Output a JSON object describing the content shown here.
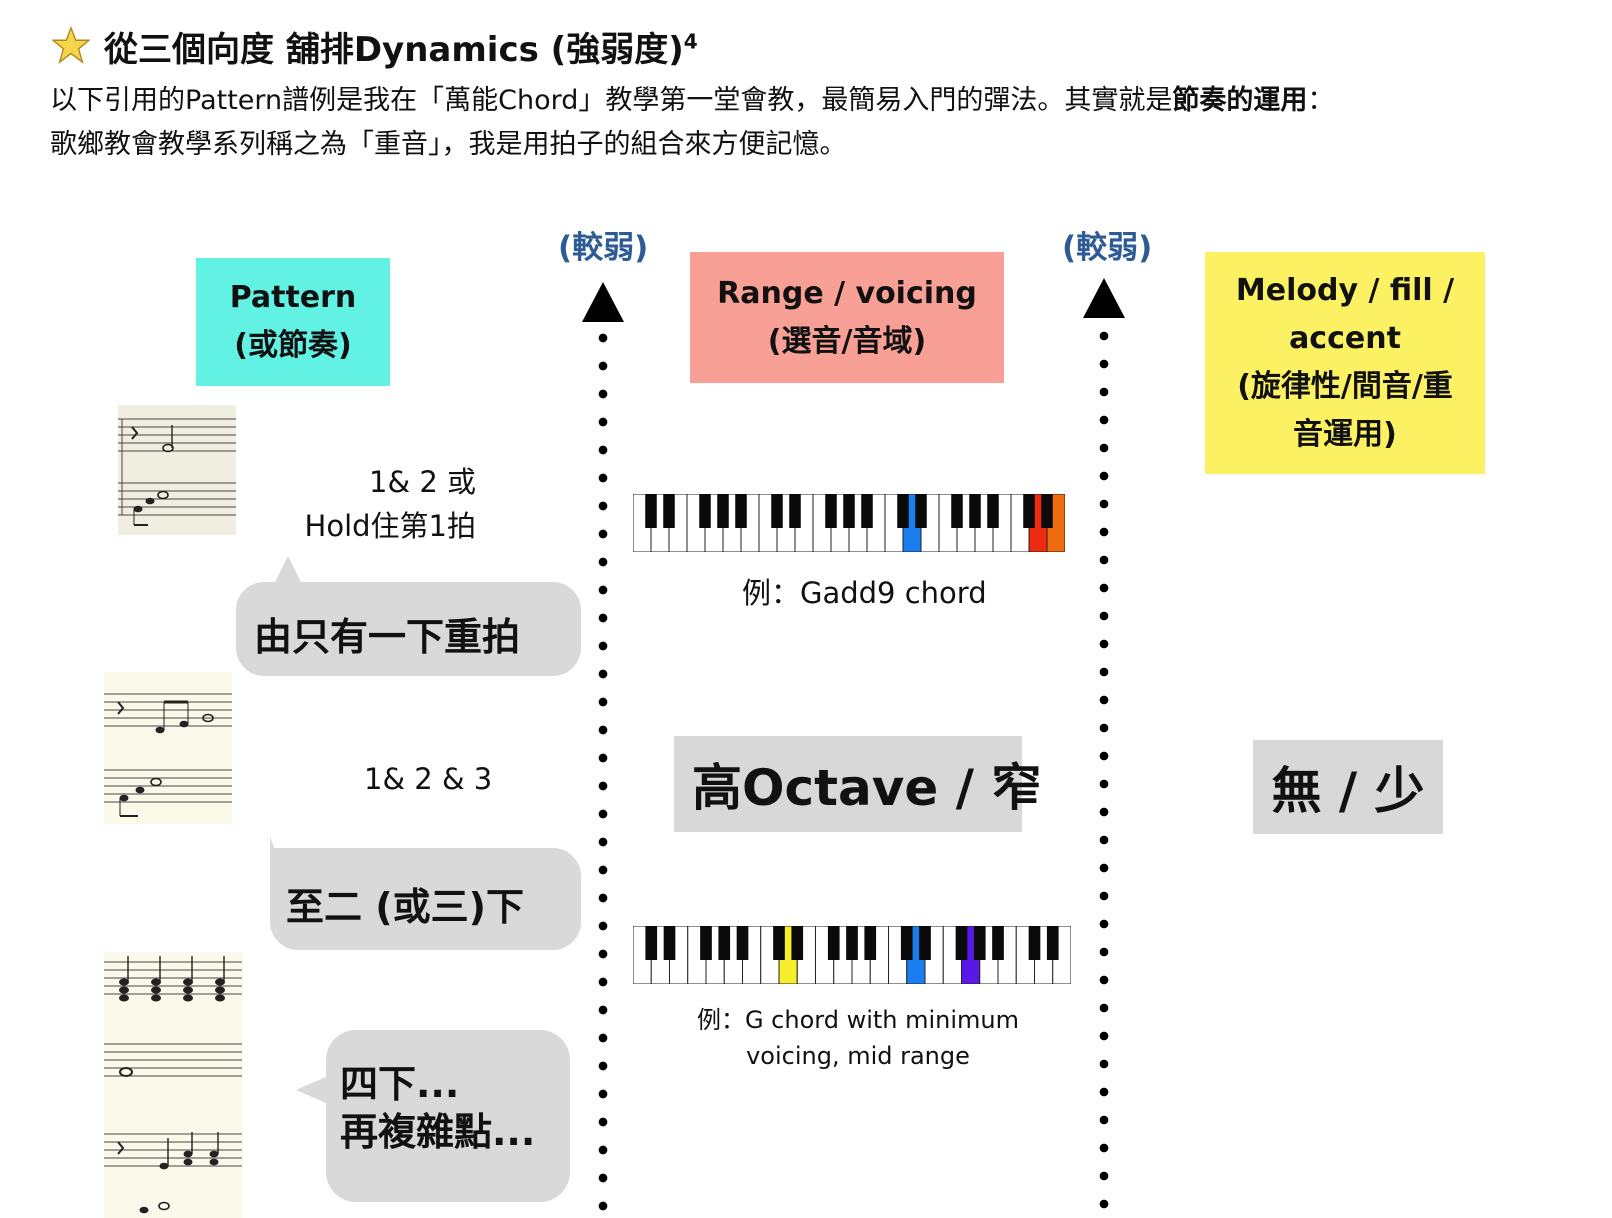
{
  "header": {
    "star_icon": "star-icon",
    "title": "從三個向度  舖排Dynamics (強弱度)",
    "title_sup": "4",
    "intro_line1_pre": "以下引用的Pattern譜例是我在「萬能Chord」教學第一堂會教，最簡易入門的彈法。其實就是",
    "intro_line1_bold": "節奏的運用",
    "intro_line1_post": "：",
    "intro_line2": "歌鄉教會教學系列稱之為「重音」，我是用拍子的組合來方便記憶。"
  },
  "columns": {
    "pattern": {
      "line1": "Pattern",
      "line2": "(或節奏)",
      "color": "#62f2e4"
    },
    "range": {
      "line1": "Range / voicing",
      "line2": "(選音/音域)",
      "color": "#f8a096"
    },
    "melody": {
      "line1": "Melody / fill /",
      "line2": "accent",
      "line3": "(旋律性/間音/重",
      "line4": "音運用)",
      "color": "#fcf162"
    }
  },
  "dividers": {
    "left_label": "(較弱)",
    "right_label": "(較弱)",
    "label_color": "#2c5b96"
  },
  "pattern_rows": {
    "count1_line1": "1& 2 或",
    "count1_line2": "Hold住第1拍",
    "count2": "1& 2 & 3",
    "bubble1": "由只有一下重拍",
    "bubble2": "至二 (或三)下",
    "bubble3_line1": "四下...",
    "bubble3_line2": "再複雜點..."
  },
  "range_rows": {
    "caption1": "例：Gadd9 chord",
    "label": "高Octave / 窄",
    "caption2_line1": "例：G chord with minimum",
    "caption2_line2": "voicing, mid range"
  },
  "melody_rows": {
    "label": "無 / 少"
  },
  "keyboards": {
    "kbd1_highlight_colors": [
      "#1a7ef0",
      "#f02a10",
      "#f06a10"
    ],
    "kbd2_highlight_colors": [
      "#f4ef2a",
      "#1a7ef0",
      "#5a18e8"
    ]
  }
}
